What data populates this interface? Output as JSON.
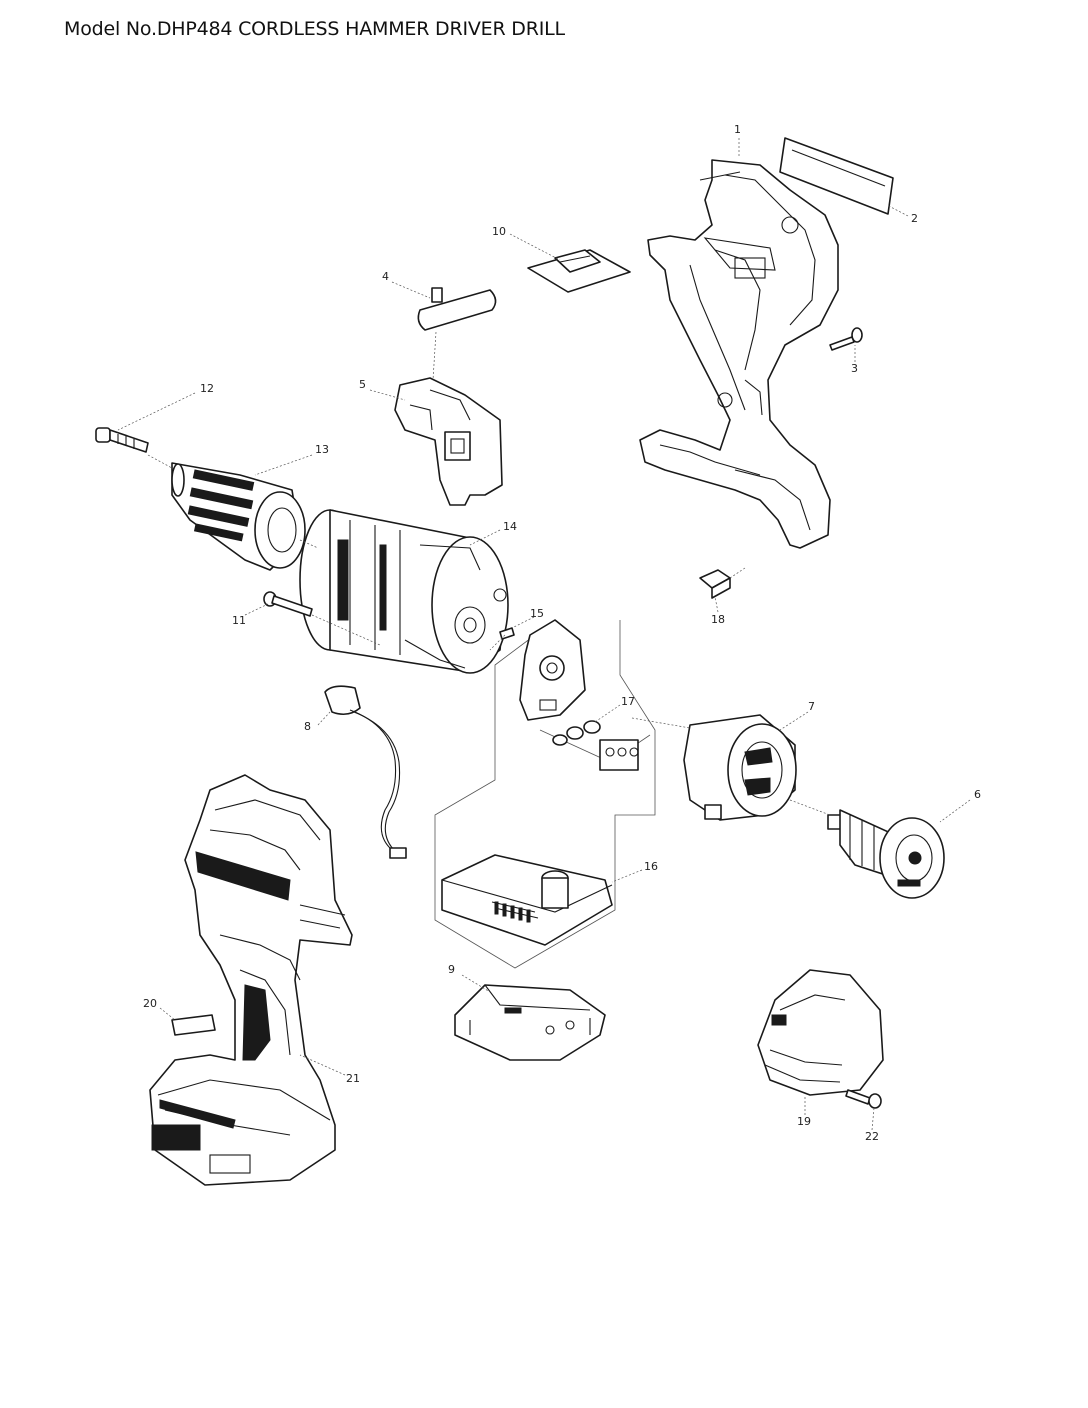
{
  "header": {
    "title": "Model No.DHP484 CORDLESS HAMMER DRIVER DRILL"
  },
  "callouts": [
    {
      "id": "1",
      "label": "1"
    },
    {
      "id": "2",
      "label": "2"
    },
    {
      "id": "3",
      "label": "3"
    },
    {
      "id": "4",
      "label": "4"
    },
    {
      "id": "5",
      "label": "5"
    },
    {
      "id": "6",
      "label": "6"
    },
    {
      "id": "7",
      "label": "7"
    },
    {
      "id": "8",
      "label": "8"
    },
    {
      "id": "9",
      "label": "9"
    },
    {
      "id": "10",
      "label": "10"
    },
    {
      "id": "11",
      "label": "11"
    },
    {
      "id": "12",
      "label": "12"
    },
    {
      "id": "13",
      "label": "13"
    },
    {
      "id": "14",
      "label": "14"
    },
    {
      "id": "15",
      "label": "15"
    },
    {
      "id": "16",
      "label": "16"
    },
    {
      "id": "17",
      "label": "17"
    },
    {
      "id": "18",
      "label": "18"
    },
    {
      "id": "19",
      "label": "19"
    },
    {
      "id": "20",
      "label": "20"
    },
    {
      "id": "21",
      "label": "21"
    },
    {
      "id": "22",
      "label": "22"
    }
  ]
}
